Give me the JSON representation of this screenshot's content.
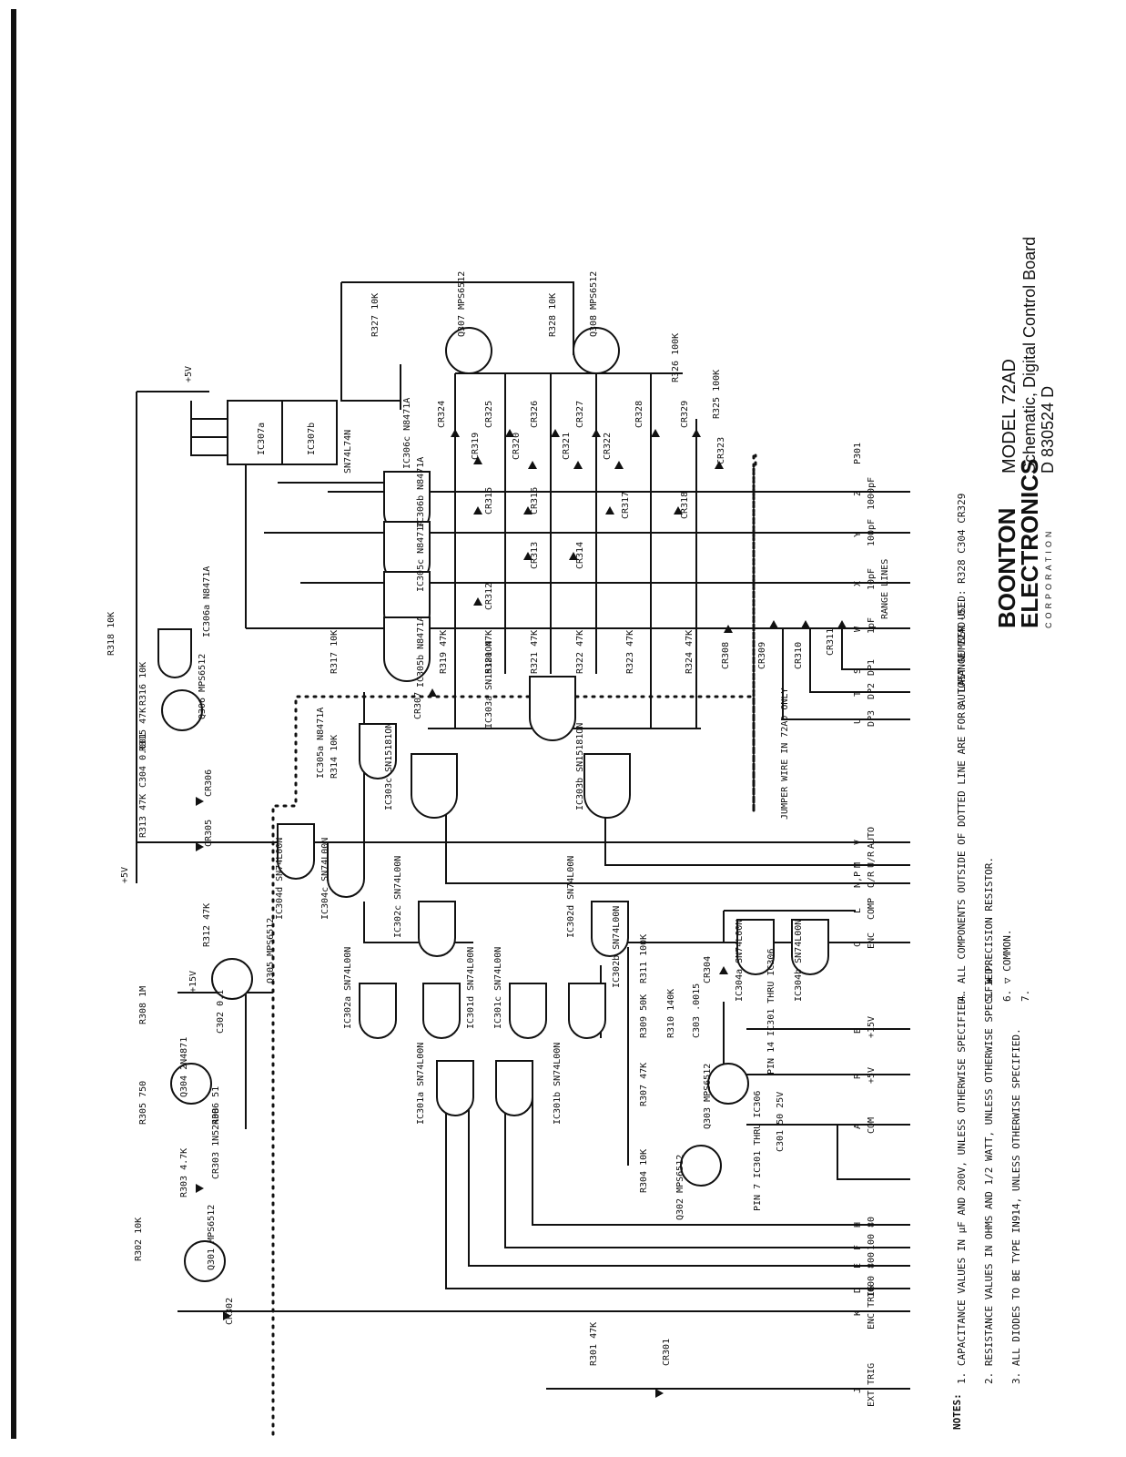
{
  "title_block": {
    "brand_line1": "BOONTON",
    "brand_line2": "ELECTRONICS",
    "brand_sub": "CORPORATION",
    "model": "MODEL 72AD",
    "subtitle": "Schematic, Digital Control Board",
    "drawing_no": "D 830524 D"
  },
  "connectors": {
    "pins": [
      {
        "pin": "J",
        "label": "EXT TRIG"
      },
      {
        "pin": "K",
        "label": "ENC TRIG"
      },
      {
        "pin": "D",
        "label": "1000"
      },
      {
        "pin": "E",
        "label": "800"
      },
      {
        "pin": "F",
        "label": "100"
      },
      {
        "pin": "H",
        "label": "80"
      },
      {
        "pin": "A",
        "label": "COM"
      },
      {
        "pin": "R",
        "label": "+5V"
      },
      {
        "pin": "B",
        "label": "+15V"
      },
      {
        "pin": "C",
        "label": "ENC"
      },
      {
        "pin": "L",
        "label": "COMP"
      },
      {
        "pin": "N,P",
        "label": "O/R"
      },
      {
        "pin": "M",
        "label": "U/R"
      },
      {
        "pin": "V",
        "label": "AUTO"
      },
      {
        "pin": "U",
        "label": "DP3"
      },
      {
        "pin": "T",
        "label": "DP2"
      },
      {
        "pin": "S",
        "label": "DP1"
      },
      {
        "pin": "W",
        "label": "1pF"
      },
      {
        "pin": "X",
        "label": "10pF"
      },
      {
        "pin": "Y",
        "label": "100pF"
      },
      {
        "pin": "Z",
        "label": "1000pF"
      }
    ],
    "range_lines": "RANGE LINES",
    "p301": "P301",
    "jumper_note": "JUMPER WIRE IN 72AD ONLY"
  },
  "components": {
    "r302": "R302 10K",
    "q301": "Q301 MPS6512",
    "r303": "R303 4.7K",
    "cr303": "CR303 1N5240B",
    "r306": "R306 51",
    "r305": "R305 750",
    "q304": "Q304 2N4871",
    "r308": "R308 1M",
    "c302": "C302 0.1",
    "r312": "R312 47K",
    "q305": "Q305 MPS6512",
    "r313": "R313 47K",
    "c304": "C304 0.001",
    "r315": "R315 47K",
    "r316": "R316 10K",
    "q306": "Q306 MPS6512",
    "r318": "R318 10K",
    "cr305": "CR305",
    "cr306": "CR306",
    "r301": "R301 47K",
    "cr301": "CR301",
    "cr302": "CR302",
    "r304": "R304 10K",
    "q302": "Q302 MPS6512",
    "r307": "R307 47K",
    "q303": "Q303 MPS6512",
    "r309": "R309 50K",
    "r310": "R310 140K",
    "c303": "C303 .0015",
    "r311": "R311 100K",
    "cr304": "CR304",
    "c301": "C301 50 25V",
    "r314": "R314 10K",
    "r317": "R317 10K",
    "r327": "R327 10K",
    "q307": "Q307 MPS6512",
    "r328": "R328 10K",
    "q308": "Q308 MPS6512",
    "r326": "R326 100K",
    "r325": "R325 100K",
    "r319": "R319 47K",
    "r320": "R320 47K",
    "r321": "R321 47K",
    "r322": "R322 47K",
    "r323": "R323 47K",
    "r324": "R324 47K",
    "cr307": "CR307",
    "cr308": "CR308",
    "cr309": "CR309",
    "cr310": "CR310",
    "cr311": "CR311",
    "cr312": "CR312",
    "cr313": "CR313",
    "cr314": "CR314",
    "cr315": "CR315",
    "cr316": "CR316",
    "cr317": "CR317",
    "cr318": "CR318",
    "cr319": "CR319",
    "cr320": "CR320",
    "cr321": "CR321",
    "cr322": "CR322",
    "cr323": "CR323",
    "cr324": "CR324",
    "cr325": "CR325",
    "cr326": "CR326",
    "cr327": "CR327",
    "cr328": "CR328",
    "cr329": "CR329"
  },
  "ics": {
    "ic301a": "IC301a SN74L00N",
    "ic301b": "IC301b SN74L00N",
    "ic301c": "IC301c SN74L00N",
    "ic301d": "IC301d SN74L00N",
    "ic302a": "IC302a SN74L00N",
    "ic302b": "IC302b SN74L00N",
    "ic302c": "IC302c SN74L00N",
    "ic302d": "IC302d SN74L00N",
    "ic303a": "IC303a SN15181ON",
    "ic303b": "IC303b SN15181ON",
    "ic303c": "IC303c SN15181ON",
    "ic304a": "IC304a SN74L00N",
    "ic304b": "IC304b SN74L00N",
    "ic304c": "IC304c SN74L00N",
    "ic304d": "IC304d SN74L00N",
    "ic305a": "IC305a N8471A",
    "ic305b": "IC305b N8471A",
    "ic305c": "IC305c N8471A",
    "ic306a": "IC306a N8471A",
    "ic306b": "IC306b N8471A",
    "ic306c": "IC306c N8471A",
    "ic307a": "IC307a",
    "ic307b": "IC307b",
    "ic307_part": "SN74L74N",
    "pin14": "PIN 14 IC301 THRU IC306",
    "pin7": "PIN 7 IC301 THRU IC306"
  },
  "rails": {
    "p5v": "+5V",
    "p15v": "+15V"
  },
  "notes": {
    "heading": "NOTES:",
    "items": [
      "1. CAPACITANCE VALUES IN μF AND 200V, UNLESS OTHERWISE SPECIFIED.",
      "2. RESISTANCE VALUES IN OHMS AND 1/2 WATT, UNLESS OTHERWISE SPECIFIED.",
      "3. ALL DIODES TO BE TYPE IN914, UNLESS OTHERWISE SPECIFIED.",
      "4. ALL COMPONENTS OUTSIDE OF DOTTED LINE ARE FOR AUTORANGE 72AD-01.",
      "5. ✱ PRECISION RESISTOR.",
      "6. ▽ COMMON.",
      "7.",
      "8. LAST NUMBER USED: R328 C304 CR329"
    ]
  }
}
